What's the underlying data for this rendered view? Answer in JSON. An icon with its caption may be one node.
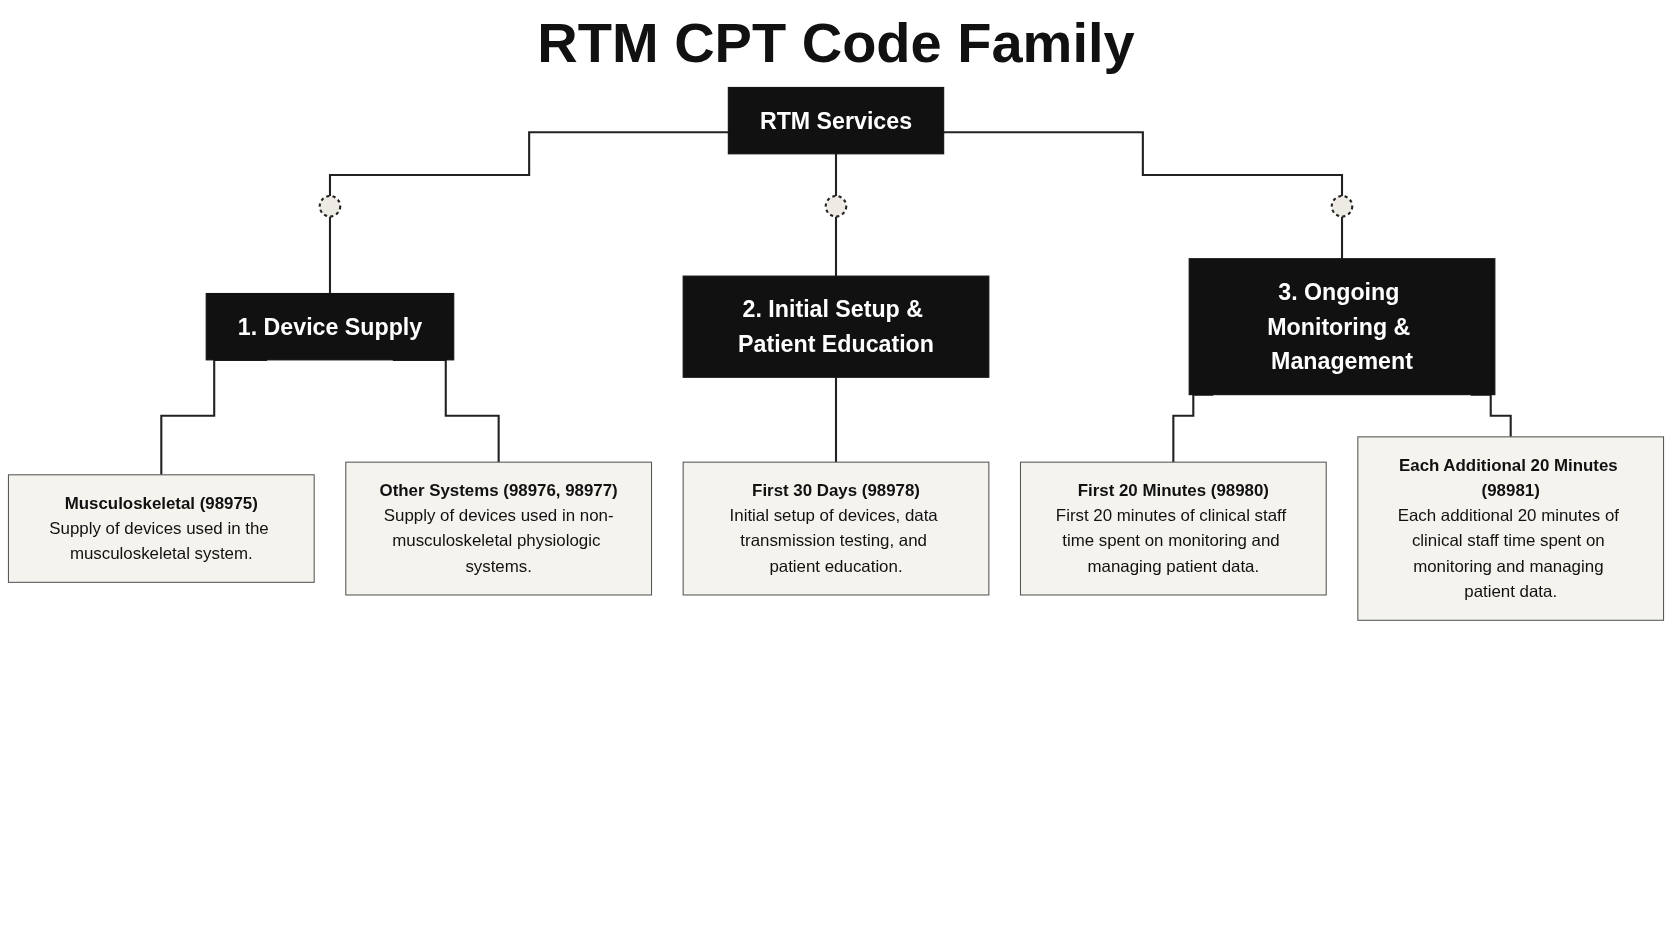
{
  "diagram": {
    "title": "RTM CPT Code Family",
    "nodes": [
      {
        "text": [
          "RTM Services"
        ]
      },
      {
        "text": [],
        "shape": "circle"
      },
      {
        "text": [
          "1. Device Supply"
        ]
      },
      {
        "text": [],
        "shape": "circle"
      },
      {
        "text": [
          "2. Initial Setup & Patient Education"
        ]
      },
      {
        "text": [],
        "shape": "circle"
      },
      {
        "text": [
          "3. Ongoing Monitoring & Management"
        ]
      },
      {
        "text": [
          "Musculoskeletal (98975)",
          "Supply of devices used in the musculoskeletal system."
        ]
      },
      {
        "text": [
          "Other Systems (98976, 98977)",
          "Supply of devices used in non-musculoskeletal physiologic systems."
        ]
      },
      {
        "text": [
          "First 30 Days (98978)",
          "Initial setup of devices, data transmission testing, and patient education."
        ]
      },
      {
        "text": [
          "First 20 Minutes (98980)",
          "First 20 minutes of clinical staff time spent on monitoring and managing patient data."
        ]
      },
      {
        "text": [
          "Each Additional 20 Minutes (98981)",
          "Each additional 20 minutes of clinical staff time spent on monitoring and managing patient data."
        ]
      }
    ],
    "edges": [
      {
        "from": 0,
        "to": 1,
        "arrow": "none"
      },
      {
        "from": 1,
        "to": 2,
        "arrow": "none"
      },
      {
        "from": 0,
        "to": 3,
        "arrow": "none"
      },
      {
        "from": 3,
        "to": 4,
        "arrow": "none"
      },
      {
        "from": 0,
        "to": 5,
        "arrow": "none"
      },
      {
        "from": 5,
        "to": 6,
        "arrow": "none"
      },
      {
        "from": 2,
        "to": 7,
        "arrow": "none"
      },
      {
        "from": 2,
        "to": 8,
        "arrow": "none"
      },
      {
        "from": 4,
        "to": 9,
        "arrow": "none"
      },
      {
        "from": 6,
        "to": 10,
        "arrow": "none"
      },
      {
        "from": 6,
        "to": 11,
        "arrow": "none"
      }
    ]
  }
}
